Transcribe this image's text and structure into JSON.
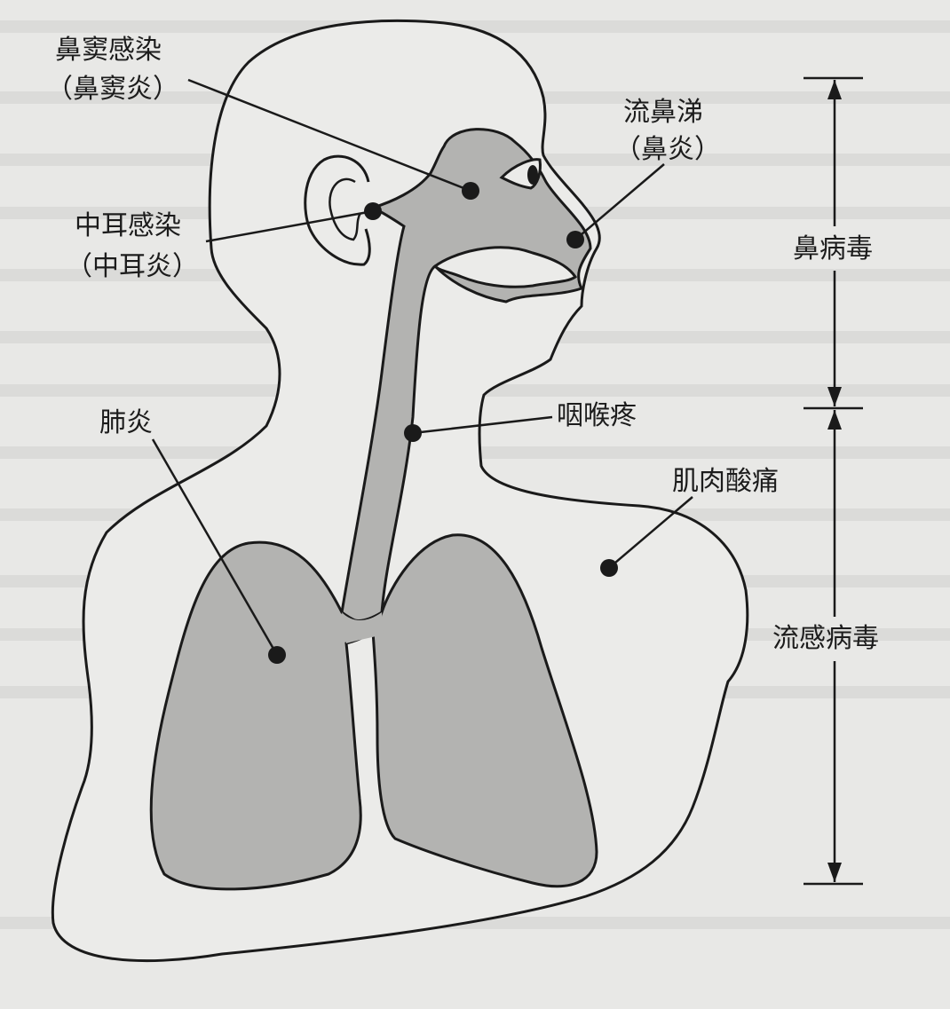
{
  "labels": {
    "sinus_infection": "鼻窦感染",
    "sinusitis": "（鼻窦炎）",
    "runny_nose": "流鼻涕",
    "rhinitis": "（鼻炎）",
    "middle_ear_infection": "中耳感染",
    "otitis_media": "（中耳炎）",
    "pneumonia": "肺炎",
    "sore_throat": "咽喉疼",
    "muscle_ache": "肌肉酸痛",
    "rhinovirus": "鼻病毒",
    "influenza_virus": "流感病毒"
  },
  "colors": {
    "organ_fill": "#b3b3b1",
    "outline": "#1a1a1a",
    "background": "#e8e8e6",
    "body_fill": "#ebebe9"
  }
}
